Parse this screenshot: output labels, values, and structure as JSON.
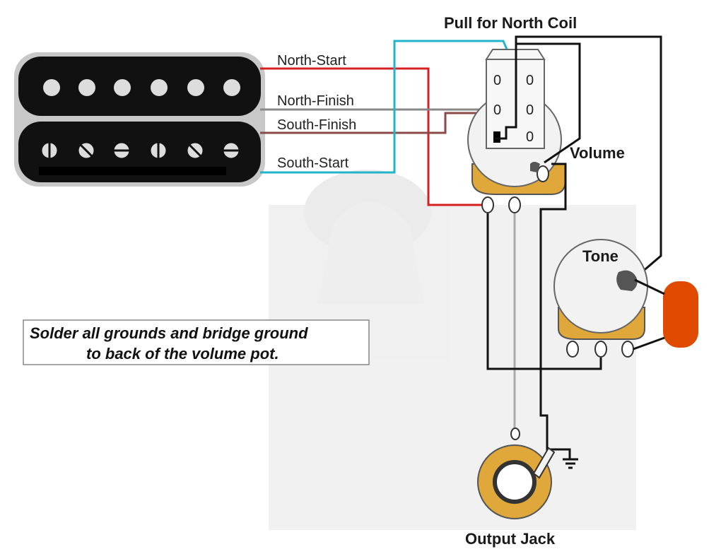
{
  "labels": {
    "switch_title": "Pull for North Coil",
    "volume": "Volume",
    "tone": "Tone",
    "output_jack": "Output Jack"
  },
  "wires": [
    {
      "label": "North-Start",
      "color": "#d42020"
    },
    {
      "label": "North-Finish",
      "color": "#888888"
    },
    {
      "label": "South-Finish",
      "color": "#8b4a4a"
    },
    {
      "label": "South-Start",
      "color": "#22b5c8"
    }
  ],
  "switch_lugs": [
    "0",
    "0",
    "0",
    "0",
    "0"
  ],
  "note": {
    "line1": "Solder all grounds and bridge ground",
    "line2": "to back of the volume pot."
  },
  "colors": {
    "pickup_body": "#111111",
    "pickup_bezel": "#c8c8c8",
    "pot_lug": "#e0a83a",
    "capacitor": "#e04a00",
    "ground_wire": "#111111",
    "hot_wire": "#aaaaaa"
  },
  "icons": [
    "ground-icon"
  ]
}
